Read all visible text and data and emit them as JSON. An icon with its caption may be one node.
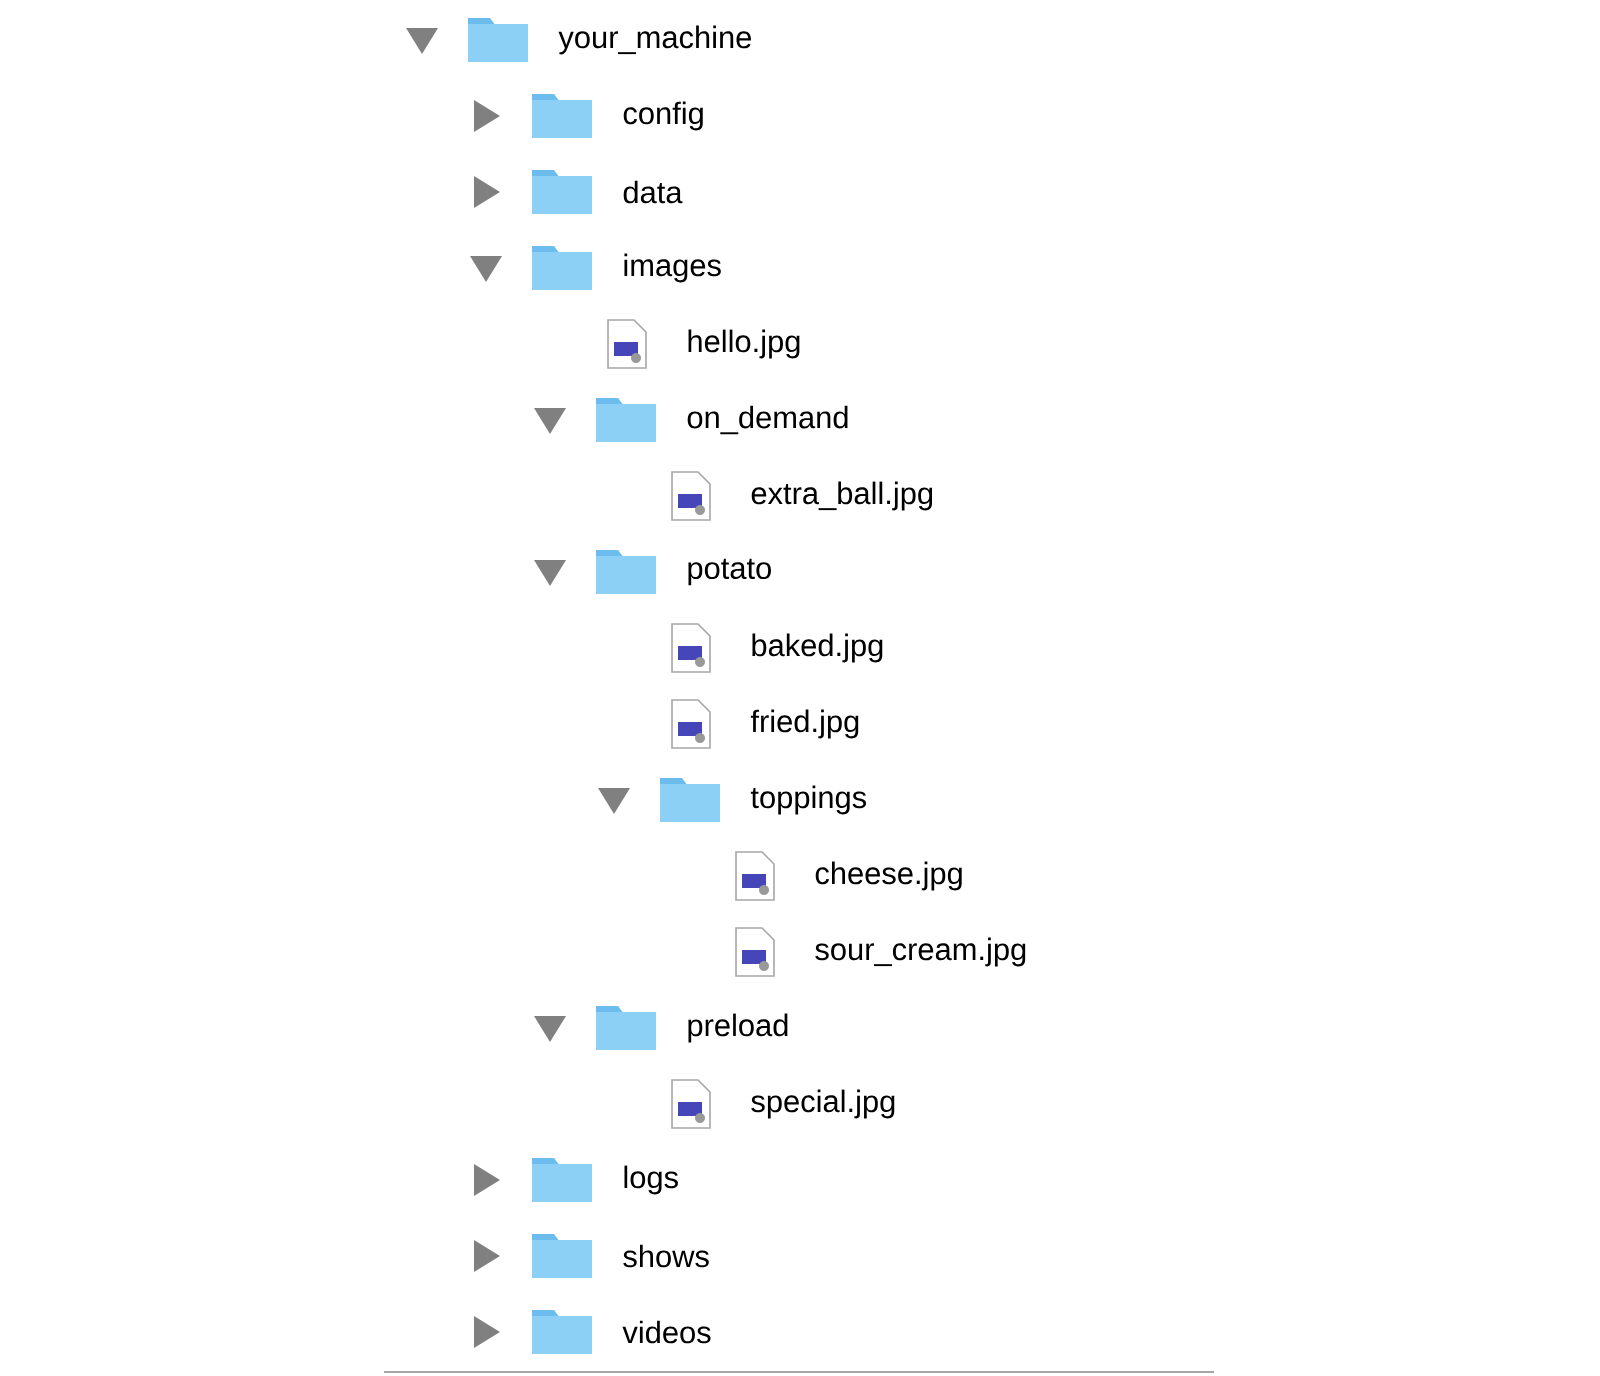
{
  "diagram": {
    "nodes": [
      {
        "text": [
          "your_machine"
        ]
      },
      {
        "text": [
          "config"
        ]
      },
      {
        "text": [
          "data"
        ]
      },
      {
        "text": [
          "images"
        ]
      },
      {
        "text": [
          "hello.jpg"
        ]
      },
      {
        "text": [
          "on_demand"
        ]
      },
      {
        "text": [
          "extra_ball.jpg"
        ]
      },
      {
        "text": [
          "potato"
        ]
      },
      {
        "text": [
          "baked.jpg"
        ]
      },
      {
        "text": [
          "fried.jpg"
        ]
      },
      {
        "text": [
          "toppings"
        ]
      },
      {
        "text": [
          "cheese.jpg"
        ]
      },
      {
        "text": [
          "sour_cream.jpg"
        ]
      },
      {
        "text": [
          "preload"
        ]
      },
      {
        "text": [
          "special.jpg"
        ]
      },
      {
        "text": [
          "logs"
        ]
      },
      {
        "text": [
          "shows"
        ]
      },
      {
        "text": [
          "videos"
        ]
      }
    ]
  }
}
